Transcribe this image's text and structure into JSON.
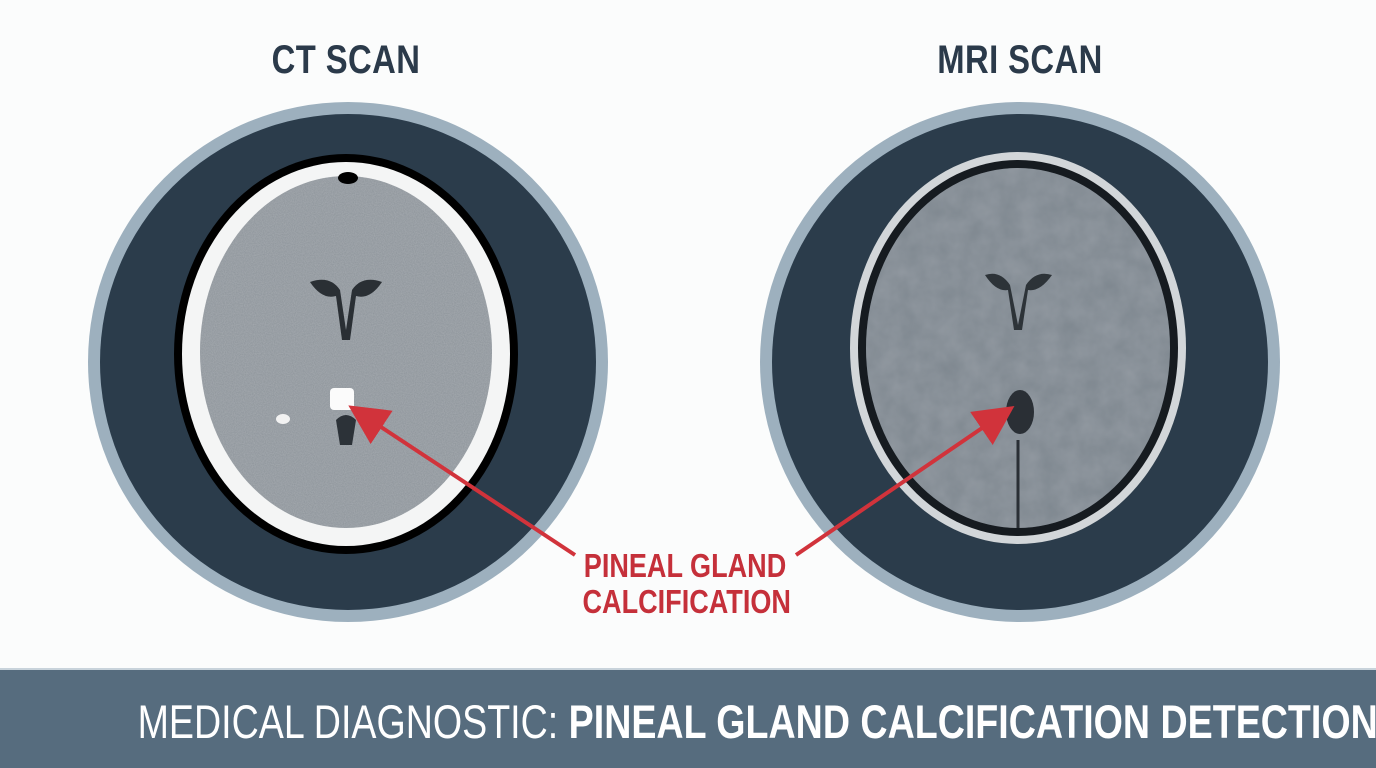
{
  "panels": {
    "ct": {
      "title": "CT SCAN",
      "image": "axial CT brain slice with bright calcified pineal gland"
    },
    "mri": {
      "title": "MRI SCAN",
      "image": "axial MRI (FLAIR) brain slice with dark pineal region"
    }
  },
  "annotation": {
    "line1": "PINEAL GLAND",
    "line2": "CALCIFICATION",
    "color": "#c5303a"
  },
  "banner": {
    "prefix": "MEDICAL DIAGNOSTIC: ",
    "emphasis": "PINEAL GLAND CALCIFICATION DETECTION",
    "background": "#566c7e"
  },
  "colors": {
    "ring": "#9db0be",
    "circle_fill": "#2b3c4b",
    "title_text": "#2b3a4a"
  }
}
